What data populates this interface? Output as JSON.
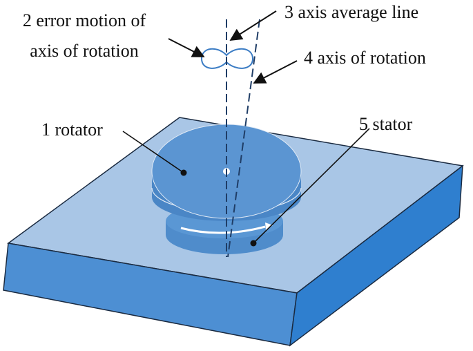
{
  "labels": {
    "error_motion_line1": "2 error motion of",
    "error_motion_line2": "axis of rotation",
    "axis_average_line": "3 axis average line",
    "axis_of_rotation": "4 axis of rotation",
    "rotator": "1 rotator",
    "stator": "5 stator"
  },
  "colors": {
    "plate_top": "#a9c6e6",
    "plate_front": "#4d8fd3",
    "plate_right": "#2f7fcf",
    "rotator_top": "#5b95d2",
    "rotator_side": "#4a86c6",
    "stator_body": "#4f8ccb",
    "axis_line": "#1f3d66",
    "error_motion_outline": "#3b7cc4",
    "leader_line": "#111111"
  }
}
